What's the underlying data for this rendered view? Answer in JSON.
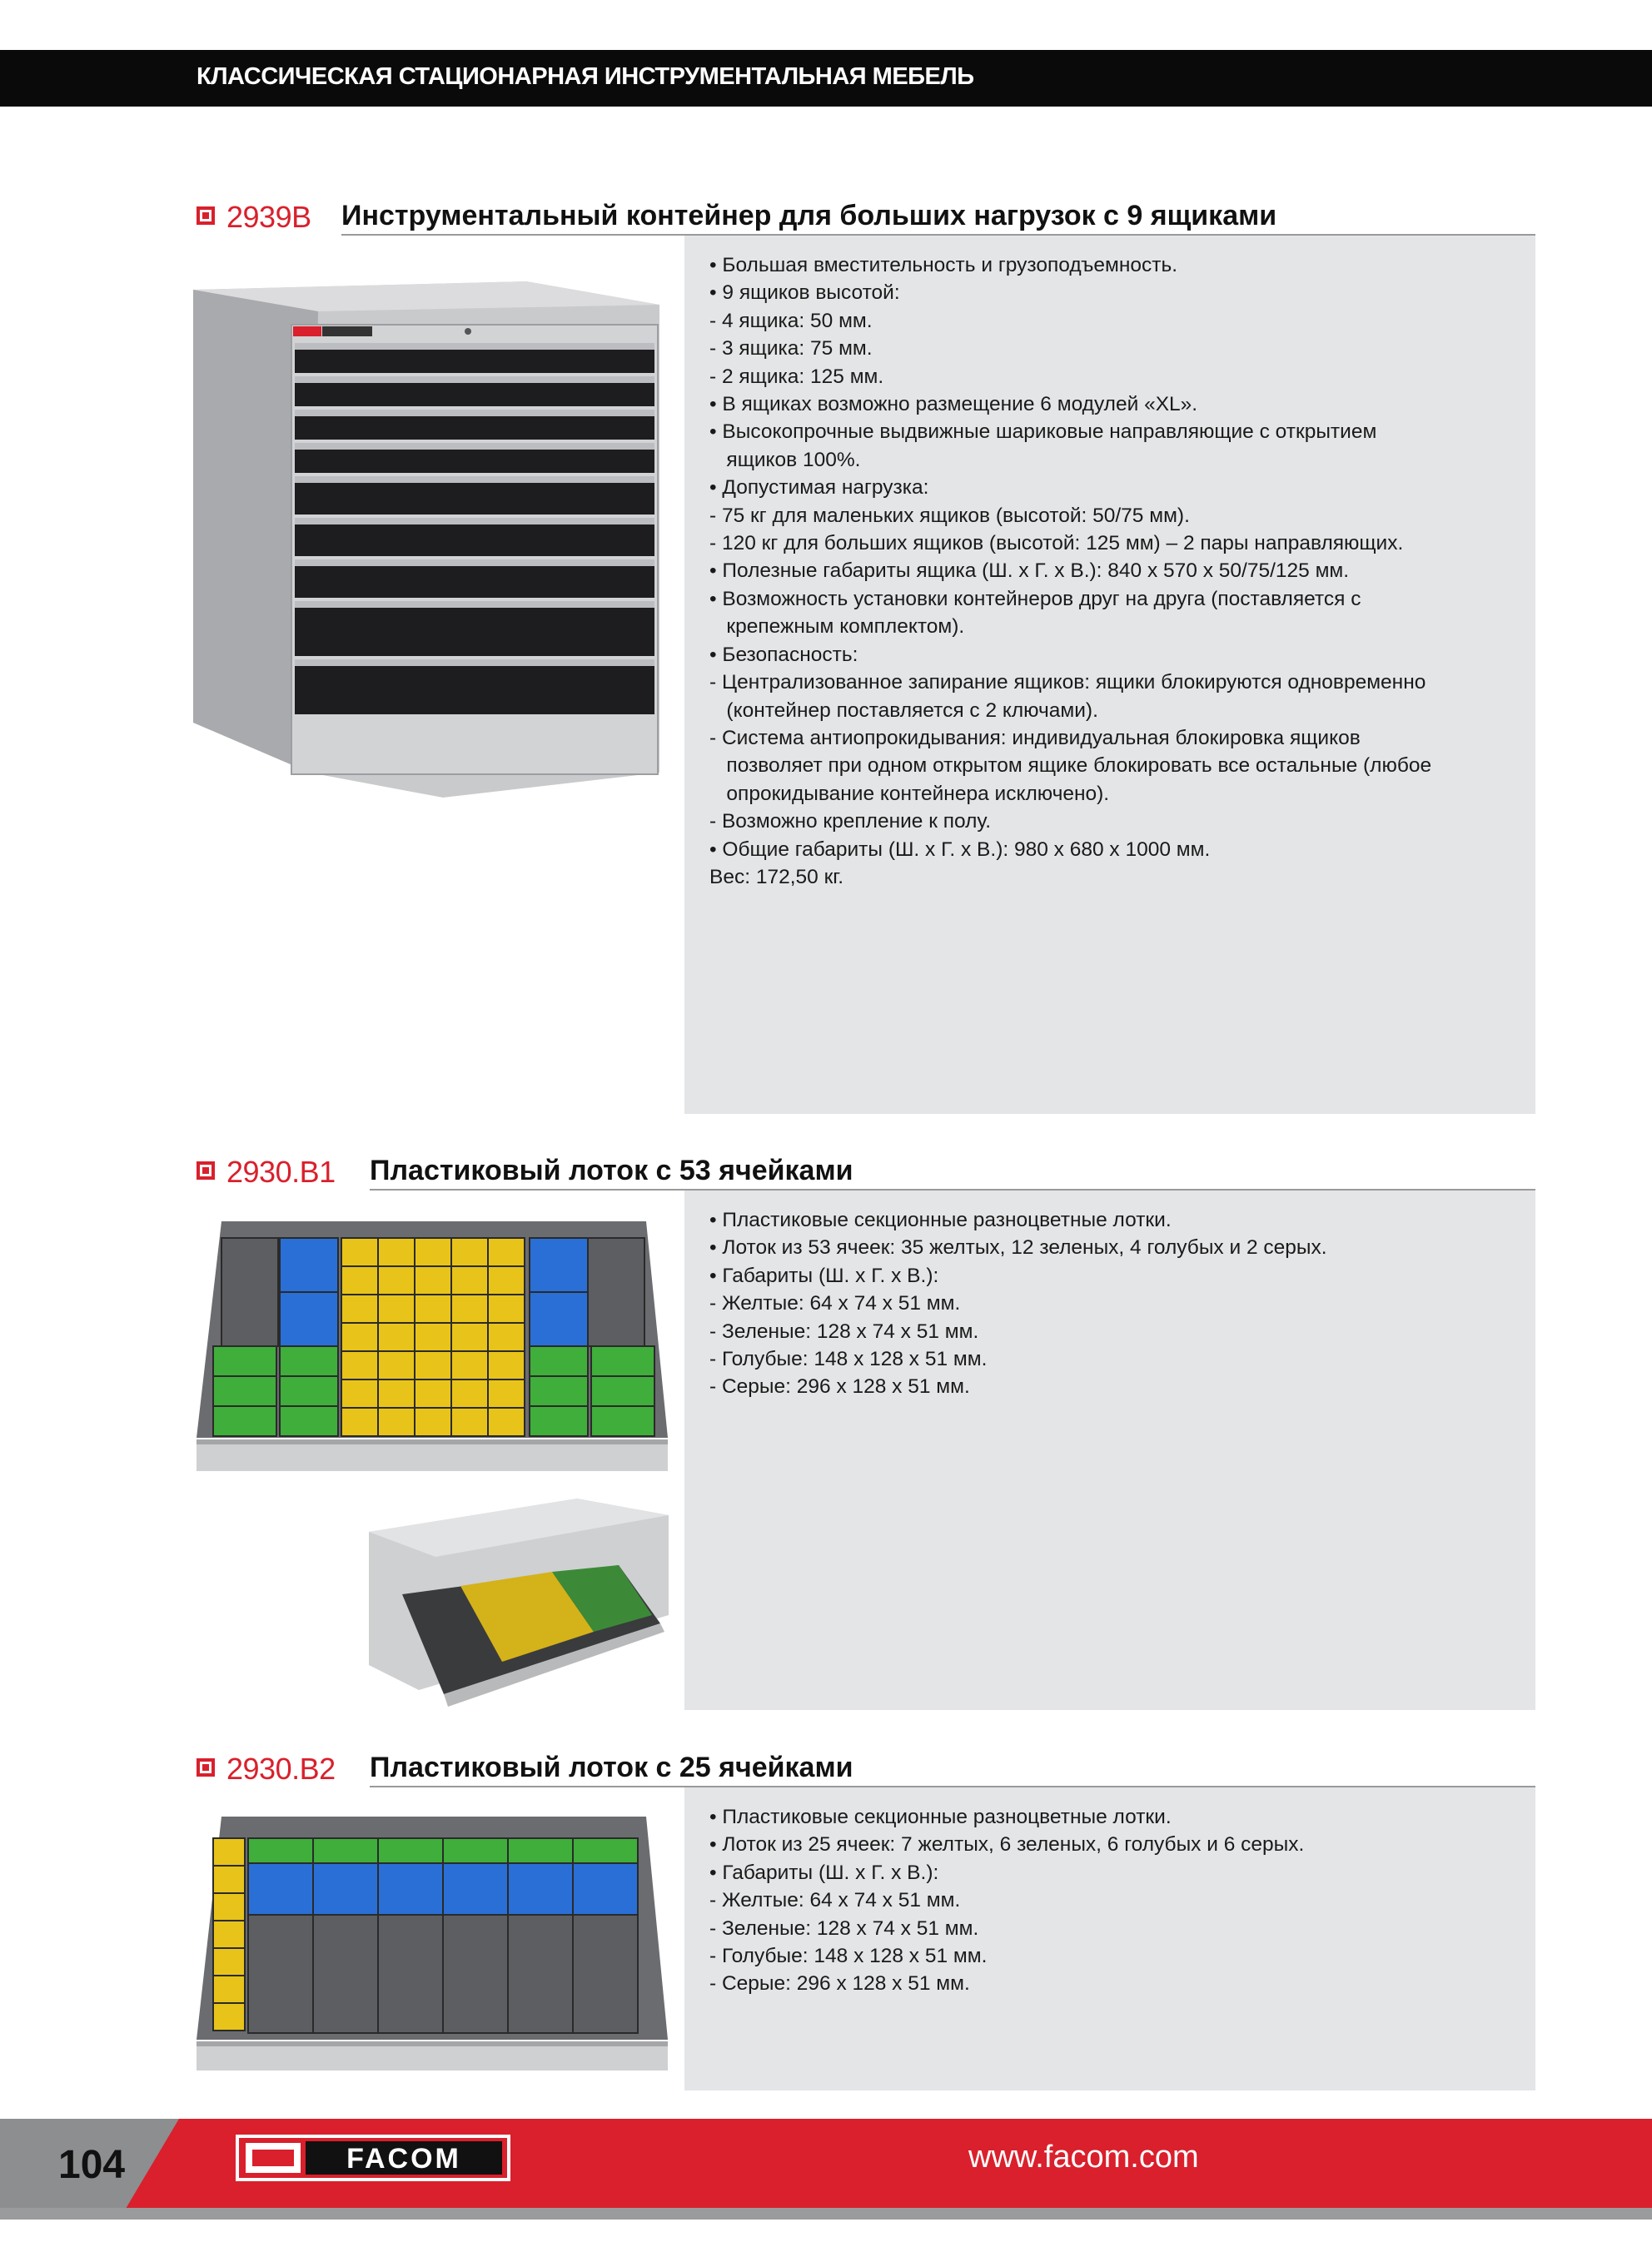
{
  "header": {
    "title": "КЛАССИЧЕСКАЯ СТАЦИОНАРНАЯ ИНСТРУМЕНТАЛЬНАЯ МЕБЕЛЬ"
  },
  "products": [
    {
      "code": "2939B",
      "title": "Инструментальный контейнер для больших нагрузок с 9 ящиками",
      "lines": [
        "• Большая вместительность и грузоподъемность.",
        "• 9 ящиков высотой:",
        "- 4 ящика: 50 мм.",
        "- 3 ящика: 75 мм.",
        "- 2 ящика: 125 мм.",
        "• В ящиках возможно размещение 6 модулей «XL».",
        "• Высокопрочные выдвижные шариковые направляющие с открытием",
        "   ящиков 100%.",
        "• Допустимая нагрузка:",
        "- 75 кг для маленьких ящиков (высотой: 50/75 мм).",
        "- 120 кг для больших ящиков (высотой: 125 мм) – 2 пары направляющих.",
        "• Полезные габариты ящика (Ш. x Г. x В.): 840 x 570 x 50/75/125 мм.",
        "• Возможность установки контейнеров друг на друга (поставляется с",
        "   крепежным комплектом).",
        "• Безопасность:",
        "- Централизованное запирание ящиков: ящики блокируются одновременно",
        "   (контейнер поставляется с 2 ключами).",
        "- Система антиопрокидывания: индивидуальная блокировка ящиков",
        "   позволяет при одном открытом ящике блокировать все остальные (любое",
        "   опрокидывание контейнера исключено).",
        "- Возможно крепление к полу.",
        "• Общие габариты (Ш. x Г. x В.): 980 x 680 x 1000 мм.",
        "Вес: 172,50 кг."
      ]
    },
    {
      "code": "2930.B1",
      "title": "Пластиковый лоток с 53 ячейками",
      "lines": [
        "• Пластиковые секционные разноцветные лотки.",
        "• Лоток из 53 ячеек: 35 желтых, 12 зеленых, 4 голубых и 2 серых.",
        "• Габариты (Ш. x Г. x В.):",
        "- Желтые: 64 x 74 x 51 мм.",
        "- Зеленые: 128 x 74 x 51 мм.",
        "- Голубые: 148 x 128 x 51 мм.",
        "- Серые: 296 x 128 x 51 мм."
      ]
    },
    {
      "code": "2930.B2",
      "title": "Пластиковый лоток с 25 ячейками",
      "lines": [
        "• Пластиковые секционные разноцветные лотки.",
        "• Лоток из 25 ячеек: 7 желтых, 6 зеленых, 6 голубых и 6 серых.",
        "• Габариты (Ш. x Г. x В.):",
        "- Желтые: 64 x 74 x 51 мм.",
        "- Зеленые: 128 x 74 x 51 мм.",
        "- Голубые: 148 x 128 x 51 мм.",
        "- Серые: 296 x 128 x 51 мм."
      ]
    }
  ],
  "footer": {
    "page_number": "104",
    "brand": "FACOM",
    "url": "www.facom.com"
  },
  "colors": {
    "brand_red": "#d9202c",
    "panel_grey": "#e4e5e7",
    "header_black": "#0a0a0a"
  },
  "icons": [
    "product-marker-icon",
    "facom-logo"
  ]
}
